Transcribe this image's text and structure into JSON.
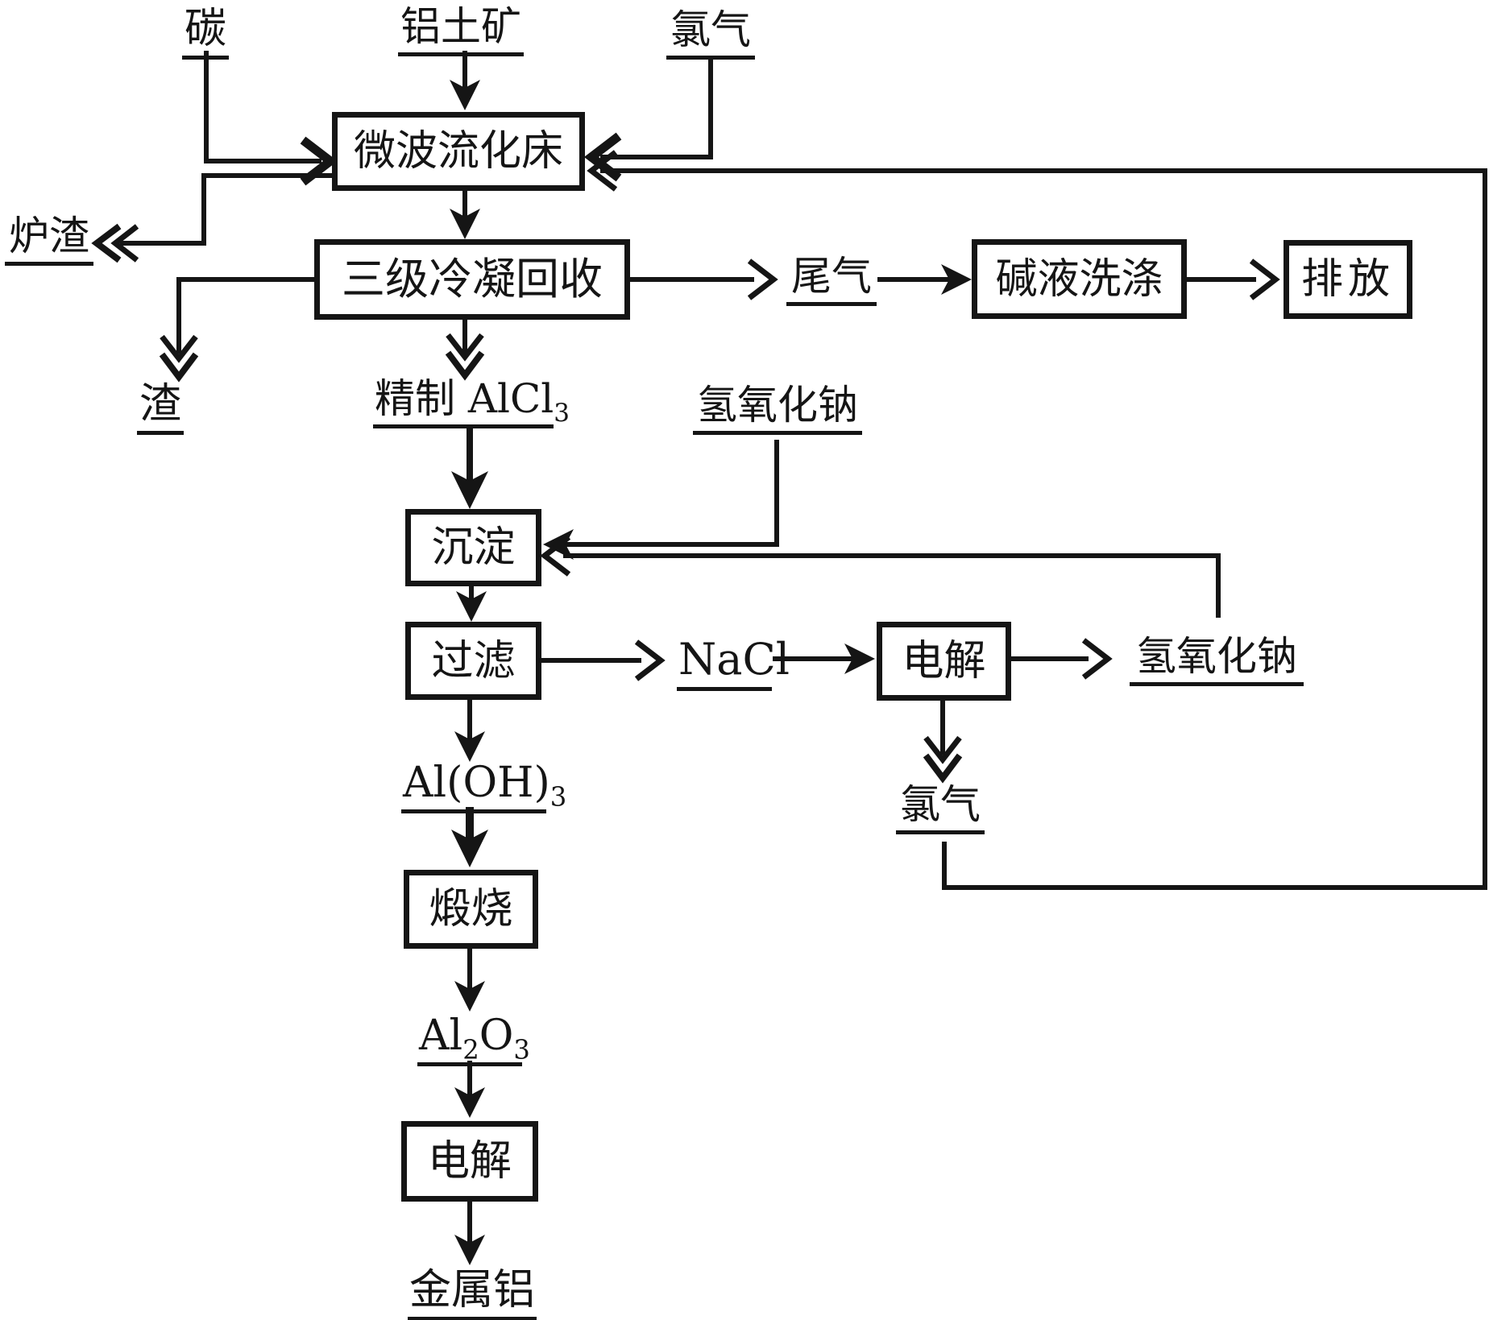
{
  "colors": {
    "ink": "#151515",
    "background": "#ffffff"
  },
  "boxes": {
    "microwave_fluidized_bed": "微波流化床",
    "three_stage_condensation_recovery": "三级冷凝回收",
    "alkali_washing": "碱液洗涤",
    "discharge": "排放",
    "precipitation": "沉淀",
    "filtration": "过滤",
    "electrolysis_nacl": "电解",
    "calcination": "煅烧",
    "electrolysis_alumina": "电解"
  },
  "labels": {
    "carbon": "碳",
    "bauxite": "铝土矿",
    "chlorine_top": "氯气",
    "furnace_slag": "炉渣",
    "slag": "渣",
    "refined_alcl3_main": "精制 AlCl",
    "refined_alcl3_sub": "3",
    "tail_gas": "尾气",
    "naoh_supply": "氢氧化钠",
    "nacl": "NaCl",
    "naoh_recycle": "氢氧化钠",
    "chlorine_recycle": "氯气",
    "aloh3_main": "Al(OH)",
    "aloh3_sub": "3",
    "al2o3_p1": "Al",
    "al2o3_s1": "2",
    "al2o3_p2": "O",
    "al2o3_s2": "3",
    "metal_aluminum": "金属铝"
  },
  "edges": [
    {
      "from": "carbon",
      "to": "microwave_fluidized_bed",
      "style": "thick-chevron"
    },
    {
      "from": "bauxite",
      "to": "microwave_fluidized_bed",
      "style": "solid"
    },
    {
      "from": "chlorine_top",
      "to": "microwave_fluidized_bed",
      "style": "thick-chevron"
    },
    {
      "from": "chlorine_recycle",
      "to": "microwave_fluidized_bed",
      "style": "chevron"
    },
    {
      "from": "microwave_fluidized_bed",
      "to": "furnace_slag",
      "style": "double-chevron"
    },
    {
      "from": "microwave_fluidized_bed",
      "to": "three_stage_condensation_recovery",
      "style": "solid"
    },
    {
      "from": "three_stage_condensation_recovery",
      "to": "slag",
      "style": "double-chevron"
    },
    {
      "from": "three_stage_condensation_recovery",
      "to": "tail_gas",
      "style": "chevron"
    },
    {
      "from": "tail_gas",
      "to": "alkali_washing",
      "style": "solid"
    },
    {
      "from": "alkali_washing",
      "to": "discharge",
      "style": "chevron"
    },
    {
      "from": "three_stage_condensation_recovery",
      "to": "refined_alcl3",
      "style": "double-chevron"
    },
    {
      "from": "refined_alcl3",
      "to": "precipitation",
      "style": "solid"
    },
    {
      "from": "naoh_supply",
      "to": "precipitation",
      "style": "solid"
    },
    {
      "from": "naoh_recycle",
      "to": "precipitation",
      "style": "chevron"
    },
    {
      "from": "precipitation",
      "to": "filtration",
      "style": "solid"
    },
    {
      "from": "filtration",
      "to": "nacl",
      "style": "chevron"
    },
    {
      "from": "nacl",
      "to": "electrolysis_nacl",
      "style": "solid"
    },
    {
      "from": "electrolysis_nacl",
      "to": "naoh_recycle",
      "style": "chevron"
    },
    {
      "from": "electrolysis_nacl",
      "to": "chlorine_recycle",
      "style": "double-chevron"
    },
    {
      "from": "filtration",
      "to": "aloh3",
      "style": "solid"
    },
    {
      "from": "aloh3",
      "to": "calcination",
      "style": "solid-thick"
    },
    {
      "from": "calcination",
      "to": "al2o3",
      "style": "solid"
    },
    {
      "from": "al2o3",
      "to": "electrolysis_alumina",
      "style": "solid"
    },
    {
      "from": "electrolysis_alumina",
      "to": "metal_aluminum",
      "style": "solid"
    }
  ]
}
